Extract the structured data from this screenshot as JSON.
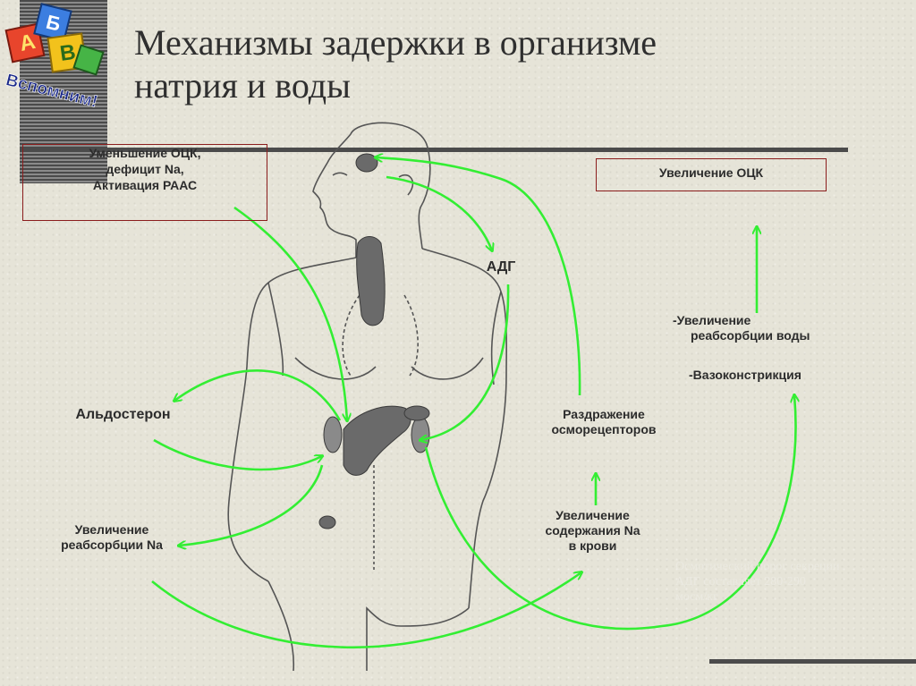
{
  "title": {
    "line1": "Механизмы задержки в организме",
    "line2": "натрия и воды"
  },
  "logo": {
    "icon": "abc-blocks-icon",
    "caption": "Вспомним!"
  },
  "boxes": {
    "left": {
      "line1": "Уменьшение ОЦК,",
      "line2": "дефицит Na,",
      "line3": "Активация РААС"
    },
    "right": "Увеличение ОЦК"
  },
  "labels": {
    "adg": "АДГ",
    "aldosterone": "Альдостерон",
    "osmoreceptors": {
      "line1": "Раздражение",
      "line2": "осморецепторов"
    },
    "na_blood": {
      "line1": "Увеличение",
      "line2": "содержания Na",
      "line3": "в крови"
    },
    "na_reabsorption": {
      "line1": "Увеличение",
      "line2": "реабсорбции Na"
    },
    "water_reabsorption": {
      "line1": "-Увеличение",
      "line2": "реабсорбции воды"
    },
    "vasoconstriction": "-Вазоконстрикция"
  },
  "faded_note": {
    "line1": "Осмотический порог секреции",
    "line2": "АДГ составляет 280-290",
    "line3": "мосм/кг"
  },
  "colors": {
    "arrow": "#33ee33",
    "box_border": "#8b1d1d",
    "body_outline": "#555555",
    "organ_fill": "#6a6a6a",
    "text": "#2c2c2c"
  }
}
